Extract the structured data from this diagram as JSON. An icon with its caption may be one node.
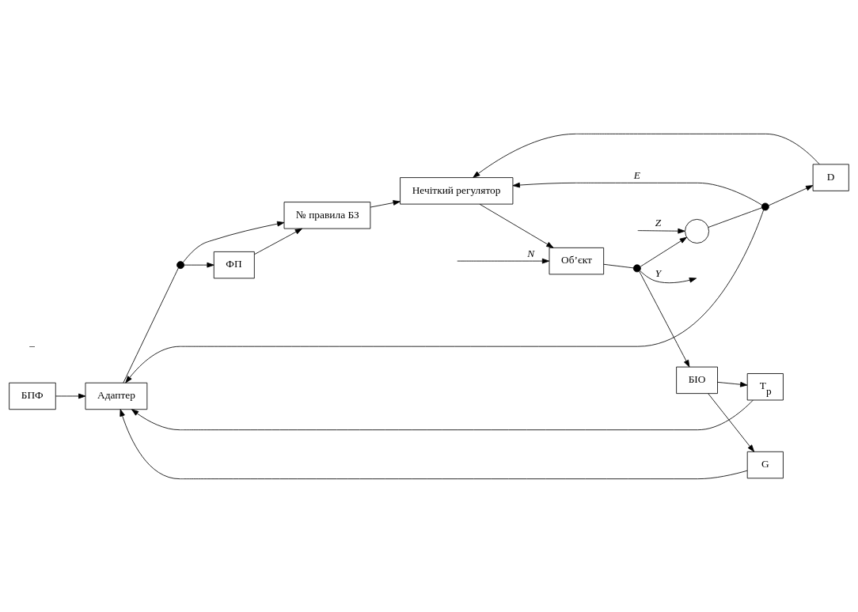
{
  "diagram": {
    "nodes": [
      {
        "text": [
          "БПФ"
        ]
      },
      {
        "text": [
          "Адаптер"
        ]
      },
      {
        "text": [
          "T$_{p}$"
        ]
      },
      {
        "text": [
          "БІО"
        ]
      },
      {
        "text": [
          "G"
        ]
      },
      {
        "text": [],
        "shape": "dot"
      },
      {
        "text": [
          "ФП"
        ]
      },
      {
        "text": [
          "№ правила БЗ"
        ]
      },
      {
        "text": [],
        "shape": "circle"
      },
      {
        "text": [],
        "shape": "dot"
      },
      {
        "text": [
          "D"
        ]
      },
      {
        "text": [
          "Нечіткий регулятор"
        ]
      },
      {
        "text": [
          "Об’єкт"
        ]
      },
      {
        "text": [],
        "shape": "dot"
      }
    ],
    "edges": [
      {
        "from": 0,
        "to": 1,
        "arrow": "to"
      },
      {
        "from": 3,
        "to": 2,
        "arrow": "to"
      },
      {
        "from": 2,
        "to": 1,
        "arrow": "to"
      },
      {
        "from": 3,
        "to": 4,
        "arrow": "to"
      },
      {
        "from": 4,
        "to": 1,
        "arrow": "to"
      },
      {
        "from": 1,
        "to": 5,
        "arrow": "none"
      },
      {
        "from": 5,
        "to": 6,
        "arrow": "to"
      },
      {
        "from": 5,
        "to": 7,
        "arrow": "to"
      },
      {
        "from": 6,
        "to": 7,
        "arrow": "to"
      },
      {
        "from": 7,
        "to": 11,
        "arrow": "to"
      },
      {
        "from": null,
        "to": 8,
        "arrow": "to",
        "label": "Z"
      },
      {
        "from": 8,
        "to": 9,
        "arrow": "none"
      },
      {
        "from": 9,
        "to": 1,
        "arrow": "to"
      },
      {
        "from": 9,
        "to": 11,
        "arrow": "to",
        "label": "E"
      },
      {
        "from": 9,
        "to": 10,
        "arrow": "to"
      },
      {
        "from": 10,
        "to": 11,
        "arrow": "to"
      },
      {
        "from": 11,
        "to": 12,
        "arrow": "to"
      },
      {
        "from": null,
        "to": 12,
        "arrow": "to",
        "label": "N"
      },
      {
        "from": 12,
        "to": 13,
        "arrow": "none"
      },
      {
        "from": 13,
        "to": null,
        "arrow": "to",
        "label": "Y"
      },
      {
        "from": 13,
        "to": 3,
        "arrow": "to"
      },
      {
        "from": 13,
        "to": 8,
        "arrow": "to"
      }
    ],
    "labels": [
      "–"
    ]
  }
}
